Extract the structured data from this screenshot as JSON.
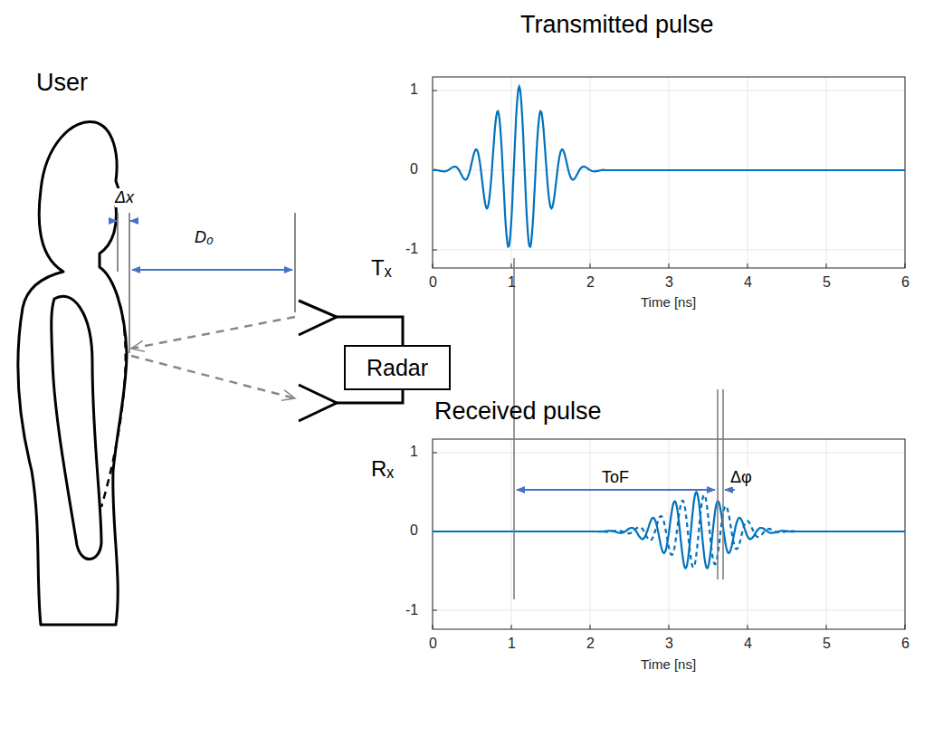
{
  "diagram": {
    "nodes": [
      {
        "text": [
          "Radar"
        ]
      }
    ],
    "labels": [
      "User",
      "Δx",
      "D₀",
      "Tₓ",
      "Rₓ",
      "Transmitted pulse",
      "1",
      "0",
      "-1",
      "0",
      "1",
      "2",
      "3",
      "4",
      "5",
      "6",
      "Time [ns]",
      "Received pulse",
      "1",
      "0",
      "-1",
      "0",
      "1",
      "2",
      "3",
      "4",
      "5",
      "6",
      "Time [ns]",
      "ToF",
      "Δφ"
    ]
  }
}
